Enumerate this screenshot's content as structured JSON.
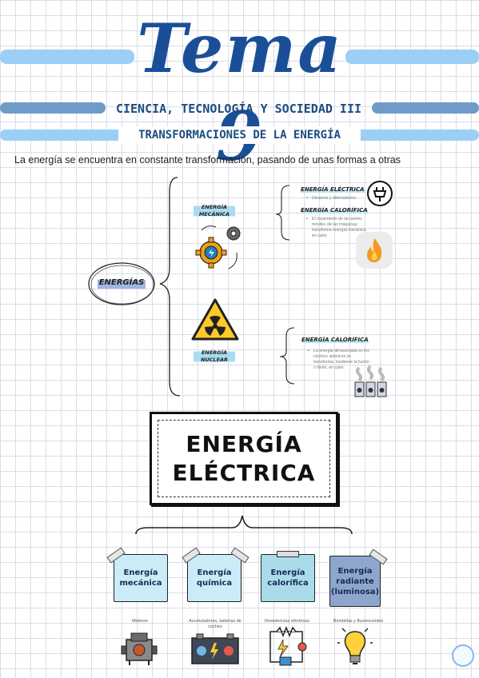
{
  "header": {
    "title": "Tema 9",
    "course": "CIENCIA, TECNOLOGÍA Y SOCIEDAD III",
    "topic": "TRANSFORMACIONES DE LA ENERGÍA"
  },
  "intro": "La energía se encuentra en constante transformación, pasando de unas formas a otras",
  "mindmap": {
    "root": "ENERGÍAS",
    "mechanical": {
      "label": "ENERGÍA MECÁNICA",
      "electric_heading": "ENERGÍA ELÉCTRICA",
      "electric_bullet": "Dinamos y alternadores",
      "heat_heading": "ENERGÍA CALORÍFICA",
      "heat_bullet": "El rozamiento de las partes móviles de las máquinas transforma energía mecánica en calor."
    },
    "nuclear": {
      "label": "ENERGÍA NUCLEAR",
      "heat_heading": "ENERGÍA CALORÍFICA",
      "heat_bullet": "La energía almacenada en los núcleos atómicos se transforma, mediante la fusión o fisión, en calor."
    }
  },
  "electric": {
    "title_line1": "ENERGÍA",
    "title_line2": "ELÉCTRICA",
    "cards": [
      {
        "label": "Energía mecánica",
        "example": "Motores",
        "color": "#c9ecf7"
      },
      {
        "label": "Energía química",
        "example": "Acumuladores, baterías de coches",
        "color": "#c9ecf7"
      },
      {
        "label": "Energía calorífica",
        "example": "Resistencias eléctricas",
        "color": "#a9dbe9"
      },
      {
        "label": "Energía radiante (luminosa)",
        "example": "Bombillas y fluorescentes",
        "color": "#8fa6cc"
      }
    ]
  },
  "colors": {
    "band_light": "#9ccff5",
    "band_dark": "#6f9bc9",
    "title_blue": "#1a4f98"
  },
  "icons": [
    "plug-icon",
    "flame-icon",
    "gears-icon",
    "radiation-icon",
    "nuclear-plant-icon",
    "engine-icon",
    "battery-icon",
    "circuit-icon",
    "light-bulb-icon",
    "scroll-button-icon"
  ]
}
